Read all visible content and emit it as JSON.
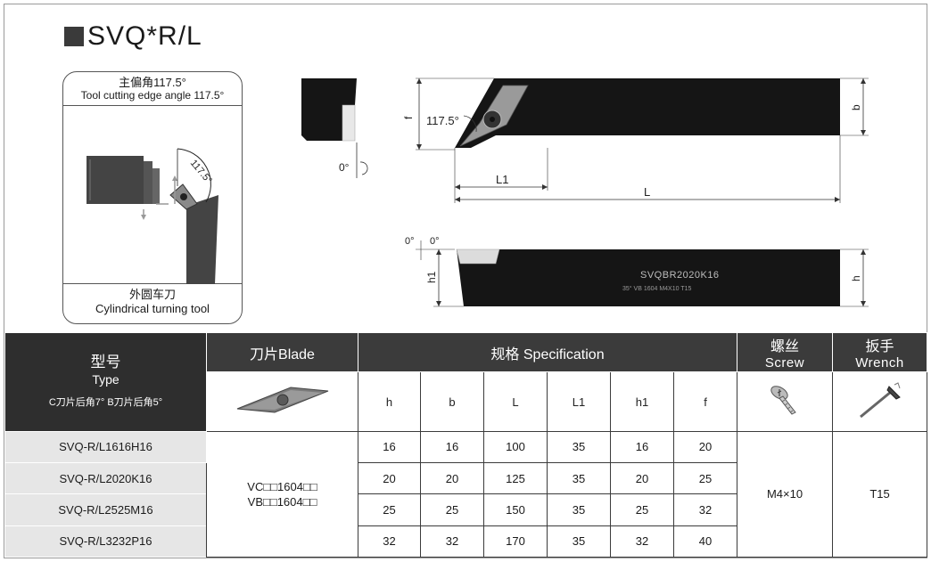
{
  "title": "SVQ*R/L",
  "panel": {
    "angle_zh": "主偏角117.5°",
    "angle_en": "Tool cutting edge angle 117.5°",
    "diagram_angle": "117.5°",
    "tool_zh": "外圆车刀",
    "tool_en": "Cylindrical turning tool"
  },
  "drawing": {
    "side_angle": "0°",
    "top_angle": "117.5°",
    "label_f": "f",
    "label_b": "b",
    "label_L1": "L1",
    "label_L": "L",
    "front_angle_left": "0°",
    "front_angle_right": "0°",
    "label_h1": "h1",
    "label_h": "h",
    "engraving_main": "SVQBR2020K16",
    "engraving_sub": "35° VB 1604  M4X10  T15"
  },
  "table": {
    "type_zh": "型号",
    "type_en": "Type",
    "type_note": "C刀片后角7°  B刀片后角5°",
    "blade_header": "刀片Blade",
    "spec_header": "规格 Specification",
    "screw_zh": "螺丝",
    "screw_en": "Screw",
    "wrench_zh": "扳手",
    "wrench_en": "Wrench",
    "columns": [
      "h",
      "b",
      "L",
      "L1",
      "h1",
      "f"
    ],
    "rows": [
      {
        "model": "SVQ-R/L1616H16",
        "values": [
          "16",
          "16",
          "100",
          "35",
          "16",
          "20"
        ]
      },
      {
        "model": "SVQ-R/L2020K16",
        "values": [
          "20",
          "20",
          "125",
          "35",
          "20",
          "25"
        ]
      },
      {
        "model": "SVQ-R/L2525M16",
        "values": [
          "25",
          "25",
          "150",
          "35",
          "25",
          "32"
        ]
      },
      {
        "model": "SVQ-R/L3232P16",
        "values": [
          "32",
          "32",
          "170",
          "35",
          "32",
          "40"
        ]
      }
    ],
    "blade_line1": "VC□□1604□□",
    "blade_line2": "VB□□1604□□",
    "screw": "M4×10",
    "wrench": "T15"
  }
}
